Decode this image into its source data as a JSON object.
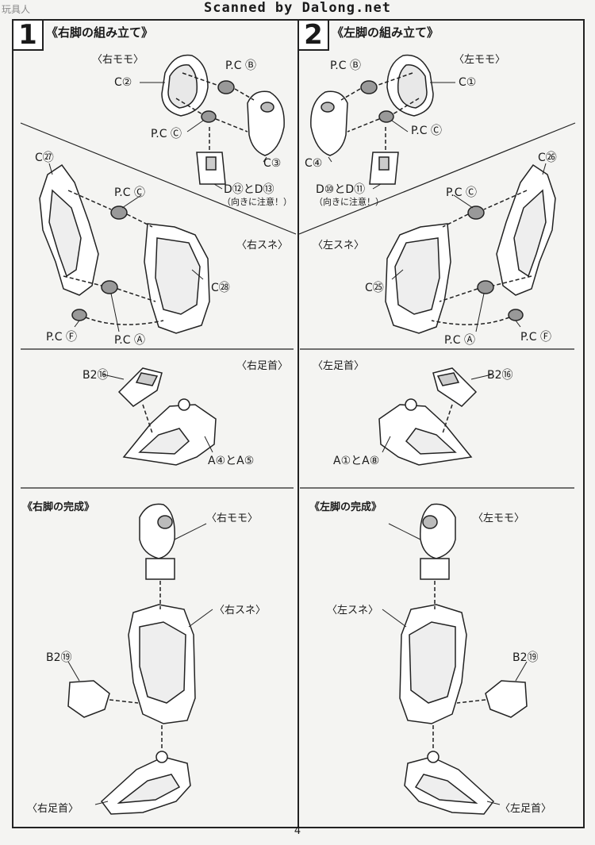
{
  "header": {
    "scan_credit": "Scanned by Dalong.net",
    "watermark": "玩具人"
  },
  "step1": {
    "number": "1",
    "title": "《右脚の組み立て》",
    "thigh_label": "〈右モモ〉",
    "shin_label": "〈右スネ〉",
    "ankle_label": "〈右足首〉",
    "parts": {
      "c2": "C②",
      "c3": "C③",
      "pcb": "P.C Ⓑ",
      "pcc_top": "P.C Ⓒ",
      "d12_13": "D⑫とD⑬",
      "d_note": "（向きに注意！）",
      "c27": "C㉗",
      "pcc_mid": "P.C Ⓒ",
      "c28": "C㉘",
      "pcf": "P.C Ⓕ",
      "pca": "P.C Ⓐ",
      "b2_16": "B2⑯",
      "a4_a5": "A④とA⑤"
    },
    "complete_title": "《右脚の完成》",
    "complete": {
      "thigh": "〈右モモ〉",
      "shin": "〈右スネ〉",
      "b2_19": "B2⑲",
      "ankle": "〈右足首〉"
    }
  },
  "step2": {
    "number": "2",
    "title": "《左脚の組み立て》",
    "thigh_label": "〈左モモ〉",
    "shin_label": "〈左スネ〉",
    "ankle_label": "〈左足首〉",
    "parts": {
      "pcb": "P.C Ⓑ",
      "c1": "C①",
      "pcc_top": "P.C Ⓒ",
      "c4": "C④",
      "d10_11": "D⑩とD⑪",
      "d_note": "（向きに注意！）",
      "c26": "C㉖",
      "pcc_mid": "P.C Ⓒ",
      "c25": "C㉕",
      "pca": "P.C Ⓐ",
      "pcf": "P.C Ⓕ",
      "b2_16": "B2⑯",
      "a1_a8": "A①とA⑧"
    },
    "complete_title": "《左脚の完成》",
    "complete": {
      "thigh": "〈左モモ〉",
      "shin": "〈左スネ〉",
      "b2_19": "B2⑲",
      "ankle": "〈左足首〉"
    }
  },
  "page_number": "4"
}
